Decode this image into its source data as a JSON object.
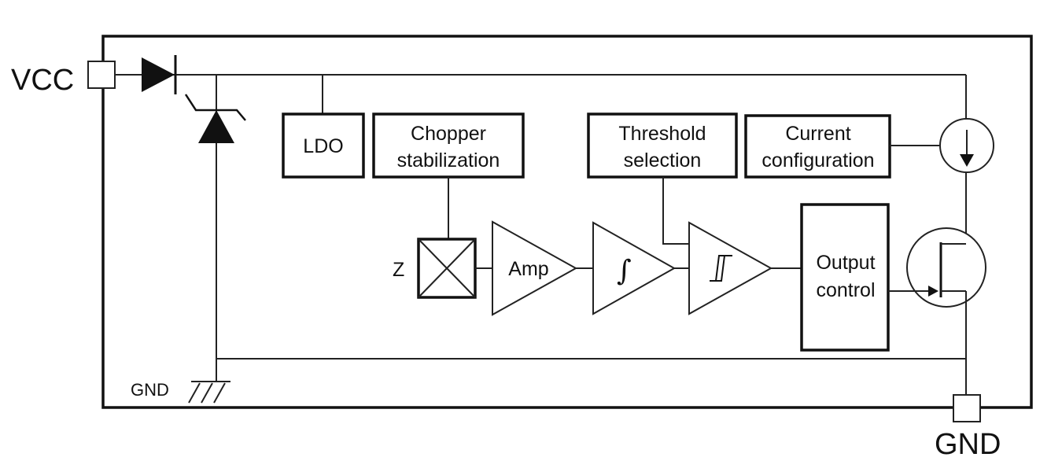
{
  "pins": {
    "vcc": "VCC",
    "gnd_out": "GND"
  },
  "gnd_internal": "GND",
  "blocks": {
    "ldo": "LDO",
    "chopper": [
      "Chopper",
      "stabilization"
    ],
    "threshold": [
      "Threshold",
      "selection"
    ],
    "current": [
      "Current",
      "configuration"
    ],
    "amp": "Amp",
    "output": [
      "Output",
      "control"
    ],
    "z": "Z"
  },
  "icons": {
    "integrator": "integral-symbol",
    "schmitt": "hysteresis-symbol",
    "diode": "diode-icon",
    "zener": "zener-diode-icon",
    "current_source": "current-source-icon",
    "transistor": "mosfet-icon",
    "ground": "ground-icon",
    "hall_plate": "hall-plate-icon"
  }
}
